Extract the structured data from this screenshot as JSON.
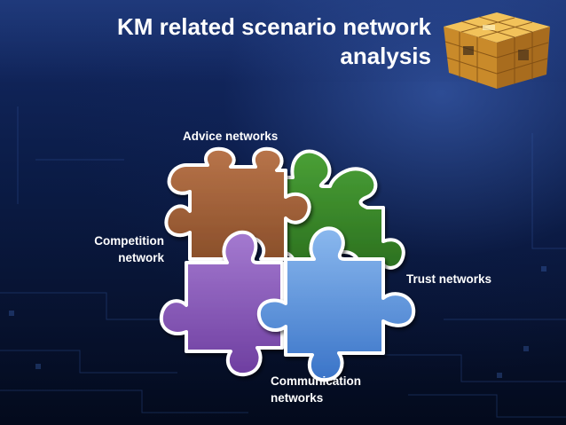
{
  "slide": {
    "title_line1": "KM related scenario network",
    "title_line2": "analysis"
  },
  "labels": {
    "advice": "Advice networks",
    "competition_line1": "Competition",
    "competition_line2": "network",
    "trust": "Trust networks",
    "communication_line1": "Communication",
    "communication_line2": "networks"
  },
  "colors": {
    "brown_piece": "#a4663a",
    "green_piece": "#3a8a2a",
    "purple_piece": "#8a5ab4",
    "blue_piece": "#5d93d8",
    "piece_border": "#ffffff",
    "background": "#0b1c47"
  },
  "icons": {
    "logo": "golden-cube-logo"
  }
}
